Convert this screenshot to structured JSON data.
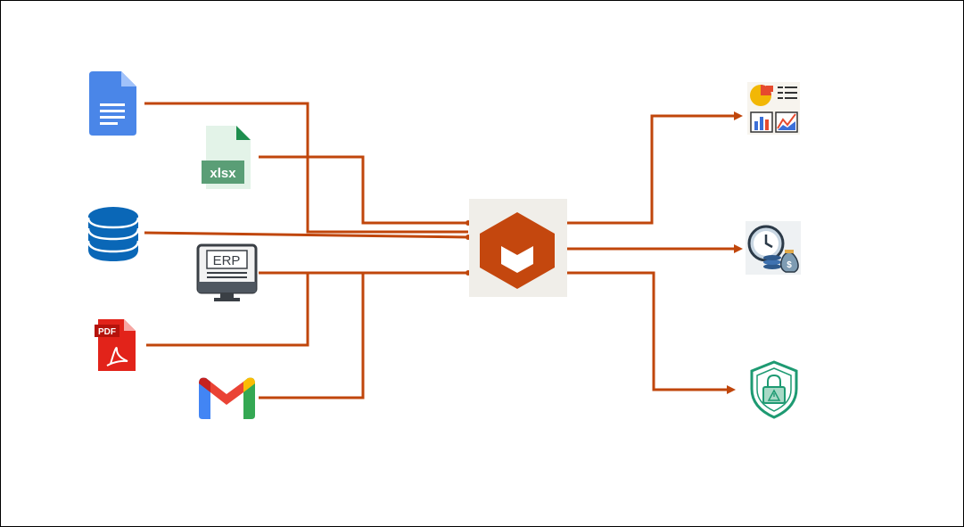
{
  "colors": {
    "connector": "#C0460B",
    "hub_bg": "#F0EEE9",
    "hub_shape": "#C4470E"
  },
  "diagram": {
    "sources": [
      {
        "name": "google-docs-icon",
        "label": ""
      },
      {
        "name": "xlsx-file-icon",
        "label": "xlsx"
      },
      {
        "name": "database-icon",
        "label": ""
      },
      {
        "name": "erp-monitor-icon",
        "label": "ERP"
      },
      {
        "name": "pdf-file-icon",
        "label": "PDF"
      },
      {
        "name": "gmail-icon",
        "label": ""
      }
    ],
    "hub": {
      "name": "hub-logo-icon"
    },
    "outputs": [
      {
        "name": "analytics-dashboard-icon"
      },
      {
        "name": "time-money-icon"
      },
      {
        "name": "security-shield-icon"
      }
    ]
  }
}
